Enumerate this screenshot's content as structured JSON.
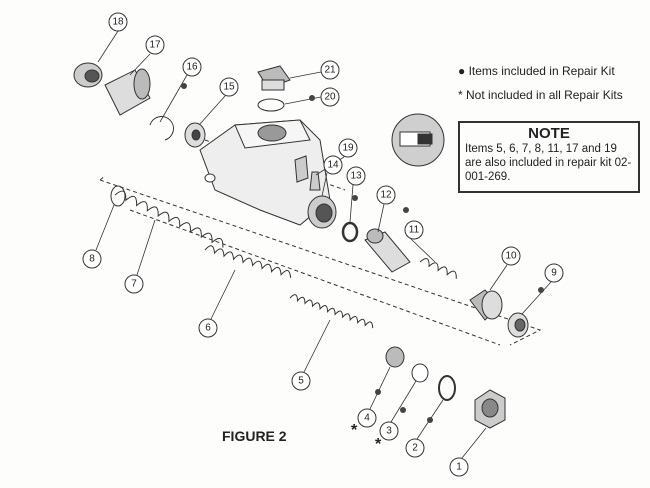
{
  "legend": {
    "dot": "Items included in Repair Kit",
    "asterisk_symbol": "*",
    "asterisk": "Not included in all Repair Kits"
  },
  "note": {
    "title": "NOTE",
    "body": "Items 5, 6, 7, 8, 11, 17 and 19 are also included in repair kit 02-001-269."
  },
  "figure_label": "FIGURE 2",
  "callouts": [
    "1",
    "2",
    "3",
    "4",
    "5",
    "6",
    "7",
    "8",
    "9",
    "10",
    "11",
    "12",
    "13",
    "14",
    "15",
    "16",
    "17",
    "18",
    "19",
    "20",
    "21"
  ],
  "asterisk_marks": [
    "*",
    "*"
  ]
}
